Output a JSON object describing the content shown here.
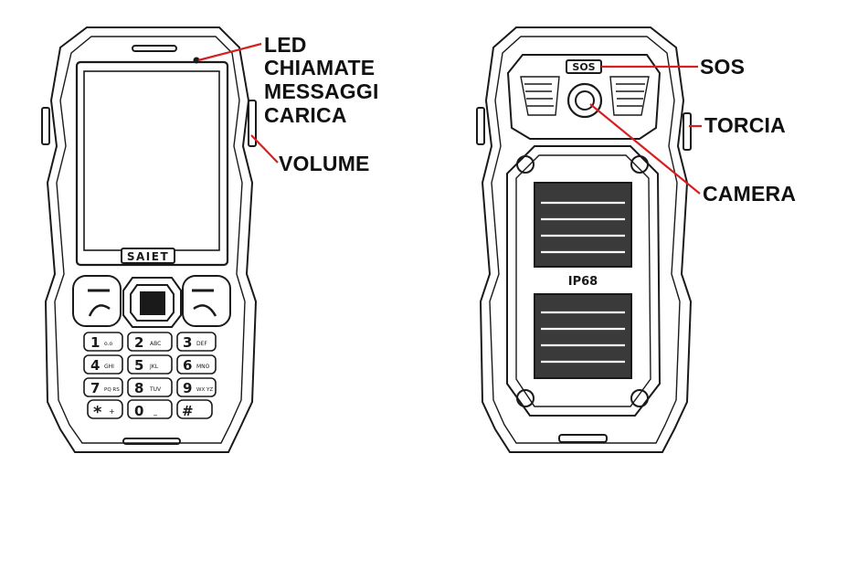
{
  "colors": {
    "outline": "#1a1a1a",
    "leader_line": "#d61f1f",
    "grille_fill": "#3a3a3a",
    "background": "#ffffff"
  },
  "front": {
    "brand_label": "SAIET",
    "keypad": [
      {
        "digit": "1",
        "letters": "o.o"
      },
      {
        "digit": "2",
        "letters": "ABC"
      },
      {
        "digit": "3",
        "letters": "DEF"
      },
      {
        "digit": "4",
        "letters": "GHI"
      },
      {
        "digit": "5",
        "letters": "JKL"
      },
      {
        "digit": "6",
        "letters": "MNO"
      },
      {
        "digit": "7",
        "letters": "PQ RS"
      },
      {
        "digit": "8",
        "letters": "TUV"
      },
      {
        "digit": "9",
        "letters": "WX YZ"
      },
      {
        "digit": "*",
        "letters": "+"
      },
      {
        "digit": "0",
        "letters": "_"
      },
      {
        "digit": "#",
        "letters": ""
      }
    ]
  },
  "back": {
    "sos_badge": "SOS",
    "rating_label": "IP68"
  },
  "callouts": {
    "led": "LED",
    "chiamate": "CHIAMATE",
    "messaggi": "MESSAGGI",
    "carica": "CARICA",
    "volume": "VOLUME",
    "sos": "SOS",
    "torcia": "TORCIA",
    "camera": "CAMERA"
  }
}
